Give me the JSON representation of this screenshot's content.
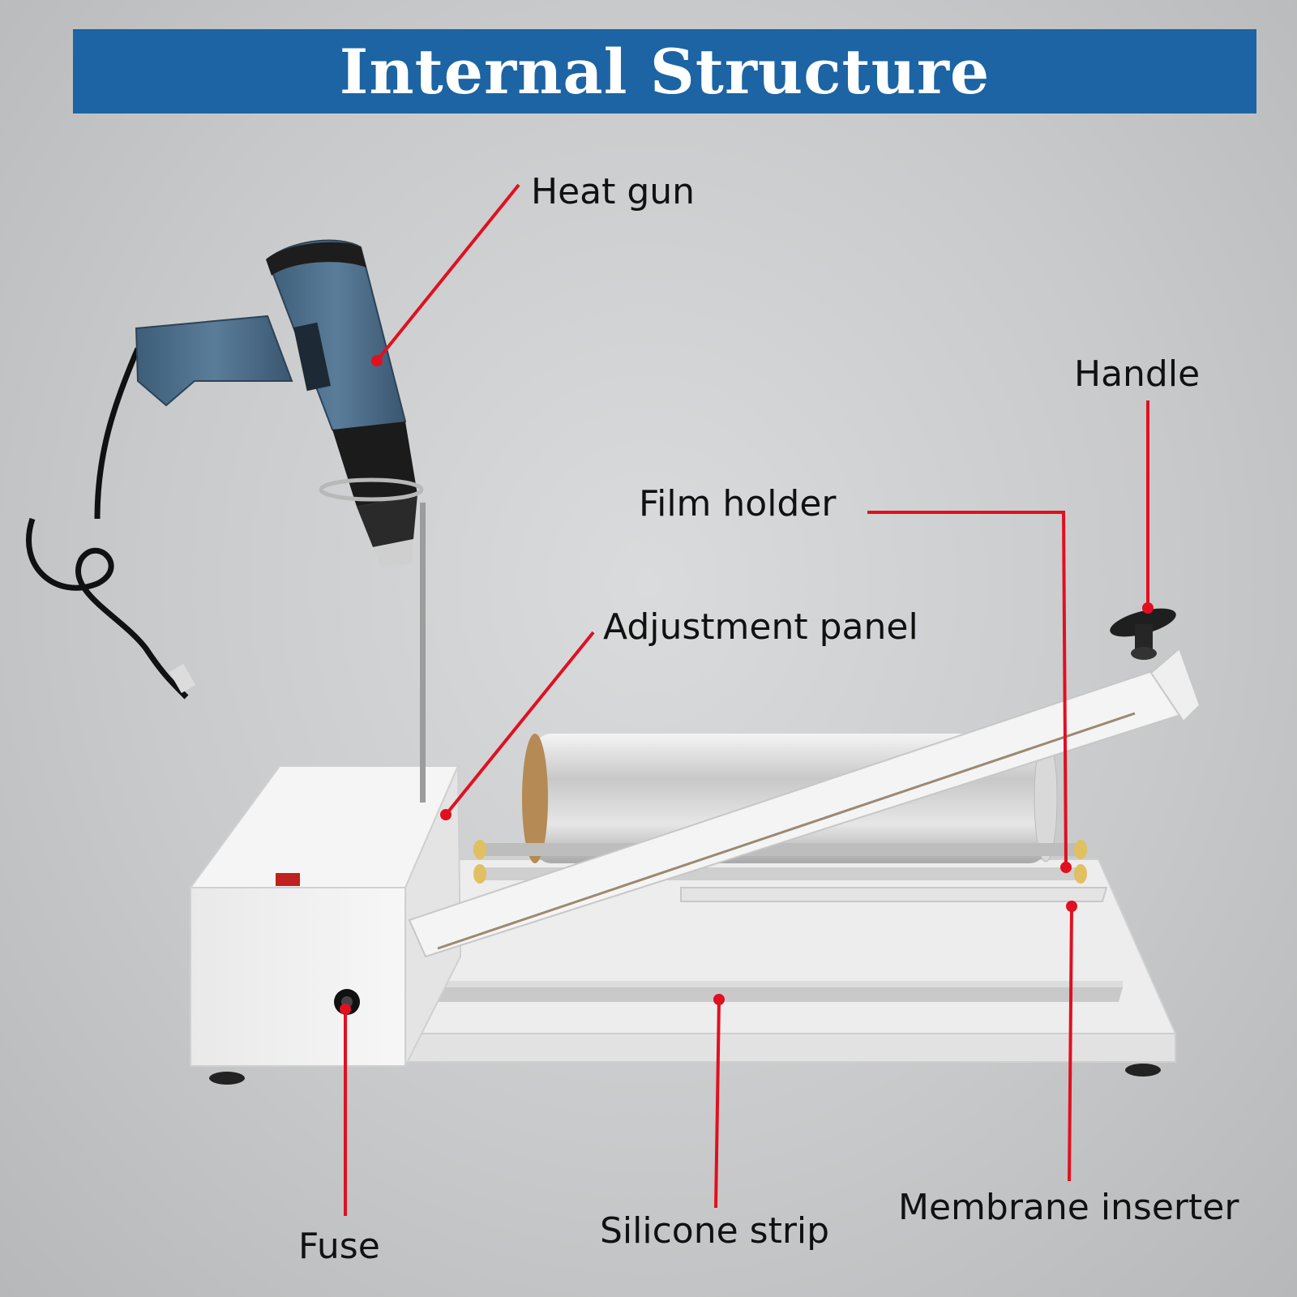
{
  "title": "Internal Structure",
  "colors": {
    "banner": "#1c64a3",
    "leader": "#e01020",
    "machine": "#f1f1f1",
    "heat_gun_body": "#4d6f8c"
  },
  "callouts": {
    "heat_gun": "Heat gun",
    "handle": "Handle",
    "film_holder": "Film holder",
    "adjustment_panel": "Adjustment panel",
    "fuse": "Fuse",
    "silicone_strip": "Silicone strip",
    "membrane_inserter": "Membrane inserter"
  }
}
